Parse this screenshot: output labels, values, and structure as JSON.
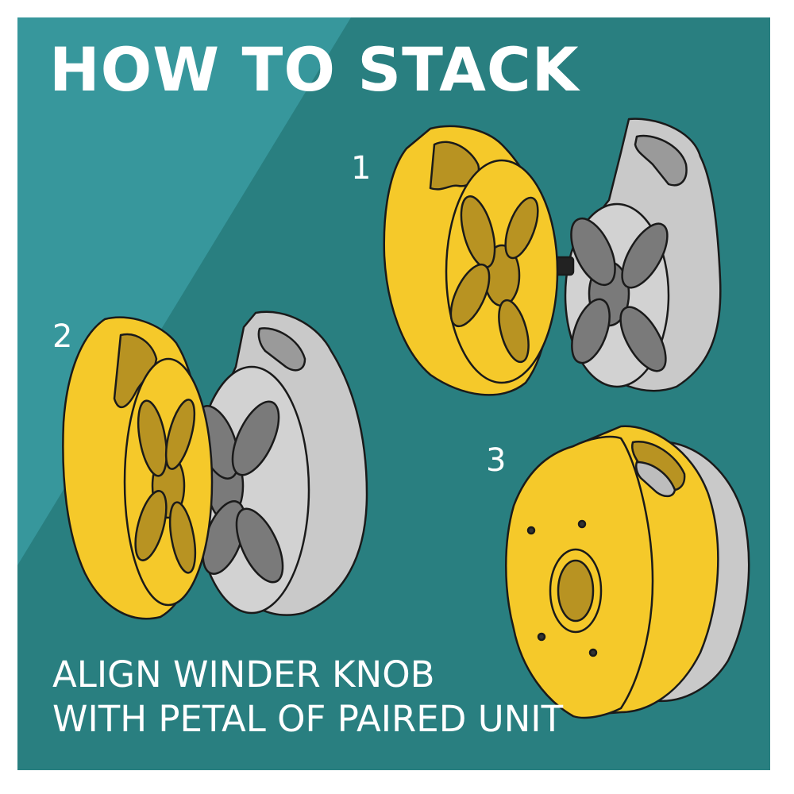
{
  "title": "HOW TO STACK",
  "steps": [
    {
      "number": "1"
    },
    {
      "number": "2"
    },
    {
      "number": "3"
    }
  ],
  "caption": {
    "line1": "ALIGN WINDER KNOB",
    "line2": "WITH PETAL OF PAIRED UNIT"
  },
  "colors": {
    "background": "#297f80",
    "background_light": "#3a9aa0",
    "yellow_unit": "#f5c92a",
    "gray_unit": "#c9c9c9",
    "outline": "#1a1a1a",
    "text": "#ffffff"
  }
}
